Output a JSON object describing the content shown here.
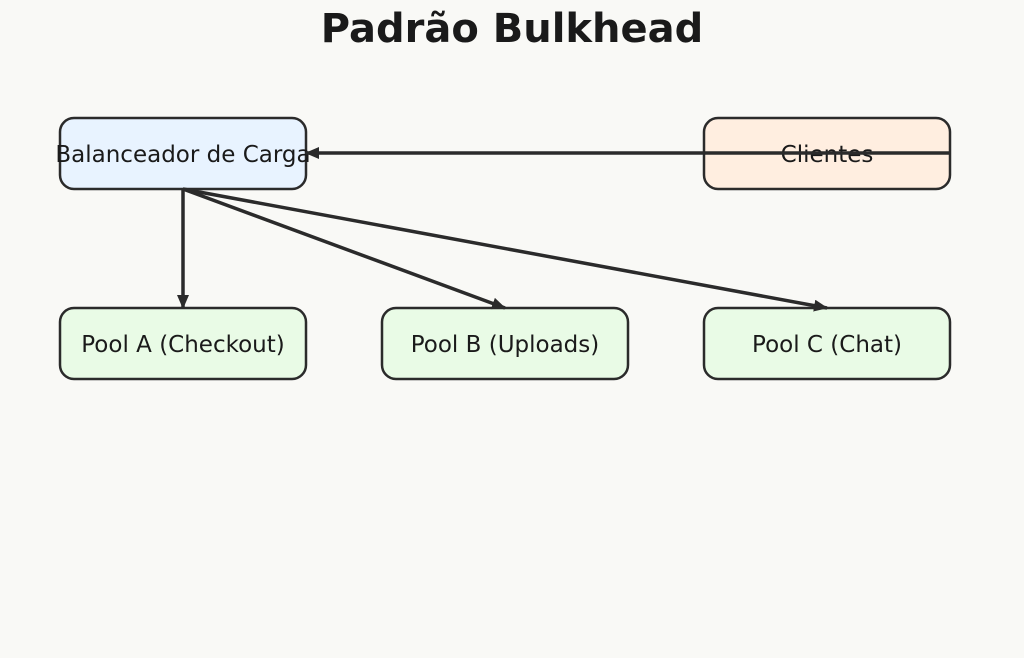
{
  "title": "Padrão Bulkhead",
  "nodes": {
    "balancer": {
      "label": "Balanceador de Carga",
      "fill": "#e8f3ff"
    },
    "clients": {
      "label": "Clientes",
      "fill": "#ffeee0"
    },
    "pool_a": {
      "label": "Pool A (Checkout)",
      "fill": "#e9fbe6"
    },
    "pool_b": {
      "label": "Pool B (Uploads)",
      "fill": "#e9fbe6"
    },
    "pool_c": {
      "label": "Pool C (Chat)",
      "fill": "#e9fbe6"
    }
  },
  "edges": [
    {
      "from": "clients",
      "to": "balancer"
    },
    {
      "from": "balancer",
      "to": "pool_a"
    },
    {
      "from": "balancer",
      "to": "pool_b"
    },
    {
      "from": "balancer",
      "to": "pool_c"
    }
  ],
  "colors": {
    "stroke": "#2b2b2b",
    "background": "#f9f9f6"
  }
}
